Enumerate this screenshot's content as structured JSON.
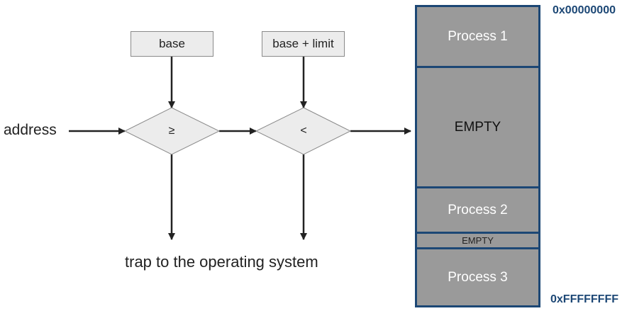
{
  "diagram": {
    "input_label": "address",
    "base_box": "base",
    "limit_box": "base + limit",
    "compare_ge": "≥",
    "compare_lt": "<",
    "trap_label": "trap to the operating system"
  },
  "memory": {
    "top_address": "0x00000000",
    "bottom_address": "0xFFFFFFFF",
    "segments": [
      {
        "label": "Process 1",
        "kind": "process"
      },
      {
        "label": "EMPTY",
        "kind": "empty"
      },
      {
        "label": "Process 2",
        "kind": "process"
      },
      {
        "label": "EMPTY",
        "kind": "empty"
      },
      {
        "label": "Process 3",
        "kind": "process"
      }
    ]
  },
  "colors": {
    "memory_border": "#1c4775",
    "segment_fill": "#9a9a9a",
    "address_text": "#1c4775",
    "box_fill": "#ececec"
  }
}
